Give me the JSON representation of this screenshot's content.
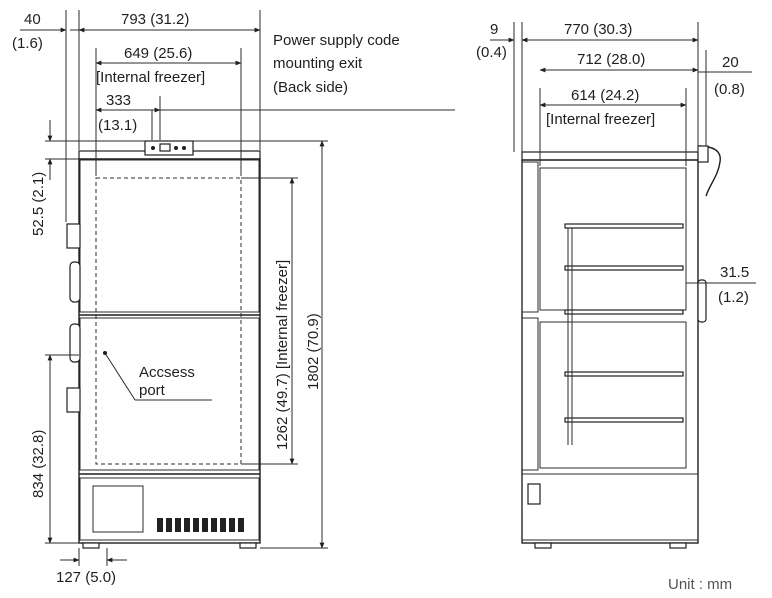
{
  "front_view": {
    "width_outer": "793 (31.2)",
    "left_offset": "40",
    "left_offset_in": "(1.6)",
    "width_internal": "649 (25.6)",
    "internal_freezer_label": "[Internal freezer]",
    "power_offset": "333",
    "power_offset_in": "(13.1)",
    "power_note_line1": "Power supply code",
    "power_note_line2": "mounting exit",
    "power_note_line3": "(Back side)",
    "top_gap": "52.5 (2.1)",
    "internal_height": "1262 (49.7) [Internal freezer]",
    "total_height": "1802 (70.9)",
    "door_height": "834 (32.8)",
    "access_port_line1": "Accsess",
    "access_port_line2": "port",
    "bottom_offset": "127 (5.0)"
  },
  "side_view": {
    "left_offset": "9",
    "left_offset_in": "(0.4)",
    "depth_outer": "770 (30.3)",
    "depth_body": "712 (28.0)",
    "depth_internal": "614 (24.2)",
    "internal_freezer_label": "[Internal freezer]",
    "right_offset": "20",
    "right_offset_in": "(0.8)",
    "side_offset": "31.5",
    "side_offset_in": "(1.2)"
  },
  "unit_label": "Unit : mm"
}
